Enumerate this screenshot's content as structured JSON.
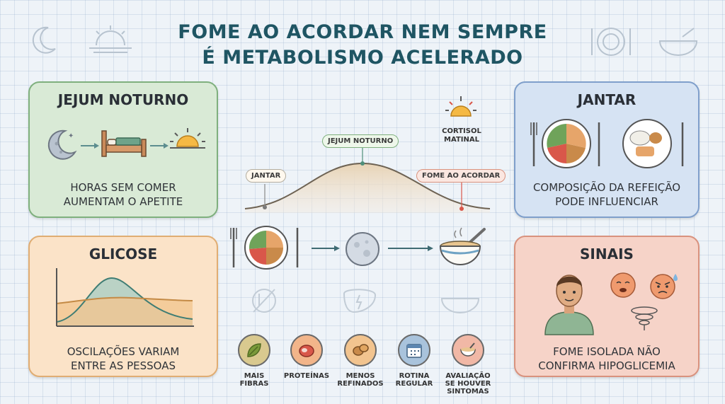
{
  "title": {
    "line1": "FOME AO ACORDAR NEM SEMPRE",
    "line2": "É METABOLISMO ACELERADO"
  },
  "cards": {
    "jejum": {
      "title": "JEJUM NOTURNO",
      "line1": "HORAS SEM COMER",
      "line2": "AUMENTAM O APETITE"
    },
    "glicose": {
      "title": "GLICOSE",
      "line1": "OSCILAÇÕES VARIAM",
      "line2": "ENTRE AS PESSOAS"
    },
    "jantar": {
      "title": "JANTAR",
      "line1": "COMPOSIÇÃO DA REFEIÇÃO",
      "line2": "PODE INFLUENCIAR"
    },
    "sinais": {
      "title": "SINAIS",
      "line1": "FOME ISOLADA NÃO",
      "line2": "CONFIRMA HIPOGLICEMIA"
    }
  },
  "timeline": {
    "jantar": "JANTAR",
    "jejum": "JEJUM NOTURNO",
    "cortisol_line1": "CORTISOL",
    "cortisol_line2": "MATINAL",
    "fome": "FOME AO ACORDAR"
  },
  "tips": [
    {
      "line1": "MAIS",
      "line2": "FIBRAS",
      "line3": "",
      "icon": "leaf-icon",
      "color": "#d9c98f"
    },
    {
      "line1": "PROTEÍNAS",
      "line2": "",
      "line3": "",
      "icon": "meat-icon",
      "color": "#f2b58a"
    },
    {
      "line1": "MENOS",
      "line2": "REFINADOS",
      "line3": "",
      "icon": "bread-icon",
      "color": "#f2c48f"
    },
    {
      "line1": "ROTINA",
      "line2": "REGULAR",
      "line3": "",
      "icon": "calendar-icon",
      "color": "#a9c3dc"
    },
    {
      "line1": "AVALIAÇÃO",
      "line2": "SE HOUVER",
      "line3": "SINTOMAS",
      "icon": "bowl-icon",
      "color": "#f1b8a6"
    }
  ],
  "colors": {
    "title": "#1f5563",
    "green": "#d9ead6",
    "orange": "#fbe3c8",
    "blue": "#d6e3f3",
    "pink": "#f6d3c8"
  }
}
